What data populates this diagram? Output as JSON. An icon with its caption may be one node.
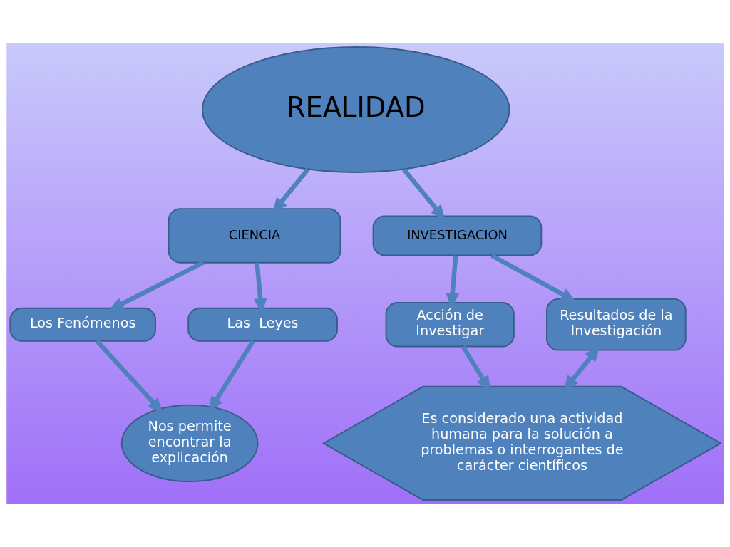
{
  "diagram": {
    "nodes": [
      {
        "text": [
          "REALIDAD"
        ]
      },
      {
        "text": [
          "CIENCIA"
        ]
      },
      {
        "text": [
          "Los Fenómenos"
        ]
      },
      {
        "text": [
          "Las  Leyes"
        ]
      },
      {
        "text": [
          "Nos permite encontrar la explicación"
        ]
      },
      {
        "text": [
          "INVESTIGACION"
        ]
      },
      {
        "text": [
          "Acción de Investigar"
        ]
      },
      {
        "text": [
          "Resultados de la Investigación"
        ]
      },
      {
        "text": [
          "Es considerado una actividad humana para la solución a problemas o interrogantes de carácter científicos"
        ]
      }
    ],
    "edges": [
      {
        "from": 0,
        "to": 1,
        "arrow": "to"
      },
      {
        "from": 1,
        "to": 2,
        "arrow": "to"
      },
      {
        "from": 1,
        "to": 3,
        "arrow": "to"
      },
      {
        "from": 2,
        "to": 4,
        "arrow": "to"
      },
      {
        "from": 3,
        "to": 4,
        "arrow": "to"
      },
      {
        "from": 0,
        "to": 5,
        "arrow": "to"
      },
      {
        "from": 5,
        "to": 6,
        "arrow": "to"
      },
      {
        "from": 5,
        "to": 7,
        "arrow": "to"
      },
      {
        "from": 6,
        "to": 8,
        "arrow": "to"
      },
      {
        "from": 7,
        "to": 8,
        "arrow": "both"
      }
    ]
  }
}
